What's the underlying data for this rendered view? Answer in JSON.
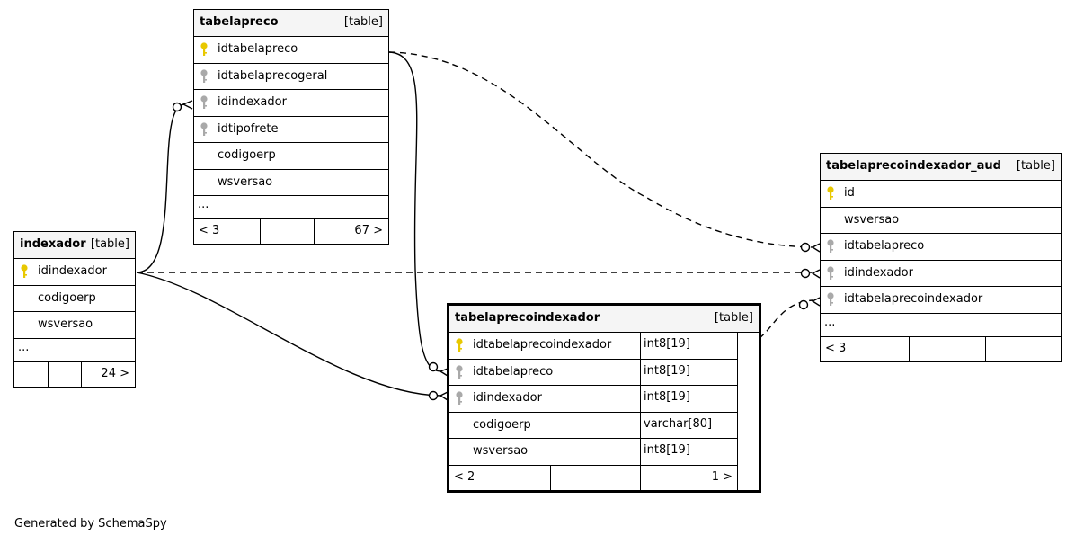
{
  "diagram": {
    "footer": "Generated by SchemaSpy",
    "tables": {
      "tabelapreco": {
        "name": "tabelapreco",
        "kind": "[table]",
        "columns": [
          {
            "name": "idtabelapreco",
            "key": "primary"
          },
          {
            "name": "idtabelaprecogeral",
            "key": "foreign"
          },
          {
            "name": "idindexador",
            "key": "foreign"
          },
          {
            "name": "idtipofrete",
            "key": "foreign"
          },
          {
            "name": "codigoerp",
            "key": "none"
          },
          {
            "name": "wsversao",
            "key": "none"
          }
        ],
        "more": "...",
        "footer": {
          "left": "< 3",
          "middle": "",
          "right": "67 >"
        }
      },
      "indexador": {
        "name": "indexador",
        "kind": "[table]",
        "columns": [
          {
            "name": "idindexador",
            "key": "primary"
          },
          {
            "name": "codigoerp",
            "key": "none"
          },
          {
            "name": "wsversao",
            "key": "none"
          }
        ],
        "more": "...",
        "footer": {
          "left": "",
          "middle": "",
          "right": "24 >"
        }
      },
      "tabelaprecoindexador": {
        "name": "tabelaprecoindexador",
        "kind": "[table]",
        "columns": [
          {
            "name": "idtabelaprecoindexador",
            "key": "primary",
            "type": "int8[19]"
          },
          {
            "name": "idtabelapreco",
            "key": "foreign",
            "type": "int8[19]"
          },
          {
            "name": "idindexador",
            "key": "foreign",
            "type": "int8[19]"
          },
          {
            "name": "codigoerp",
            "key": "none",
            "type": "varchar[80]"
          },
          {
            "name": "wsversao",
            "key": "none",
            "type": "int8[19]"
          }
        ],
        "footer": {
          "left": "< 2",
          "middle": "",
          "right": "1 >"
        }
      },
      "tabelaprecoindexador_aud": {
        "name": "tabelaprecoindexador_aud",
        "kind": "[table]",
        "columns": [
          {
            "name": "id",
            "key": "primary"
          },
          {
            "name": "wsversao",
            "key": "none"
          },
          {
            "name": "idtabelapreco",
            "key": "foreign"
          },
          {
            "name": "idindexador",
            "key": "foreign"
          },
          {
            "name": "idtabelaprecoindexador",
            "key": "foreign"
          }
        ],
        "more": "...",
        "footer": {
          "left": "< 3",
          "middle": "",
          "right": ""
        }
      }
    },
    "colors": {
      "primary_key": "#e8c800",
      "foreign_key": "#a9a9a9",
      "header": "#f5f5f5"
    }
  }
}
